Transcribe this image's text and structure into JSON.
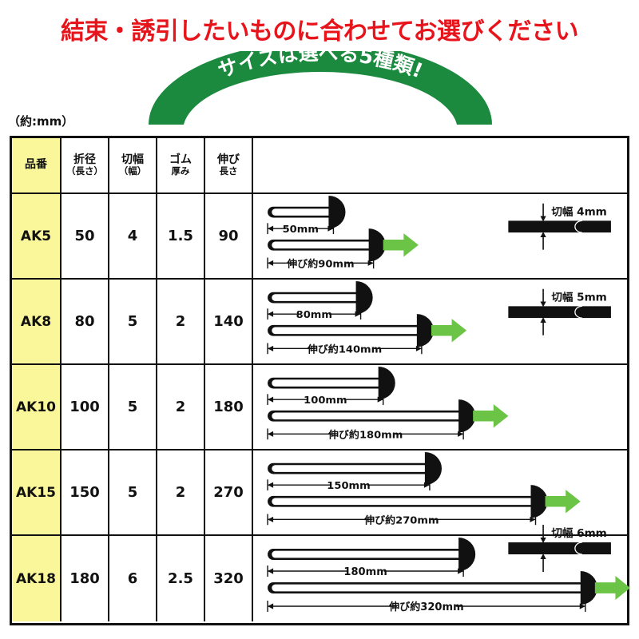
{
  "headline": "結束・誘引したいものに合わせてお選びください",
  "banner": {
    "text": "サイズは選べる5種類!",
    "color": "#1b8a3f"
  },
  "unit_note": "（約:mm）",
  "colors": {
    "headline_red": "#e8141b",
    "banner_green": "#1b8a3f",
    "arrow_green": "#6cc447",
    "part_cell_yellow": "#faf79a",
    "line_black": "#111111"
  },
  "table": {
    "headers": [
      {
        "main": "品番",
        "sub": ""
      },
      {
        "main": "折径",
        "sub": "（長さ）"
      },
      {
        "main": "切幅",
        "sub": "（幅）"
      },
      {
        "main": "ゴム",
        "sub": "厚み"
      },
      {
        "main": "伸び",
        "sub": "長さ"
      },
      {
        "main": "",
        "sub": ""
      }
    ],
    "rows": [
      {
        "part": "AK5",
        "fold_dia": "50",
        "cut_width": "4",
        "rubber_thickness": "1.5",
        "stretch_length": "90",
        "diagram": {
          "folded_label": "50mm",
          "stretched_label": "伸び約90mm",
          "band_label": "切幅 4mm",
          "has_band": true,
          "folded_len": 78,
          "stretched_len": 128,
          "arrow": true
        }
      },
      {
        "part": "AK8",
        "fold_dia": "80",
        "cut_width": "5",
        "rubber_thickness": "2",
        "stretch_length": "140",
        "diagram": {
          "folded_label": "80mm",
          "stretched_label": "伸び約140mm",
          "band_label": "切幅 5mm",
          "has_band": true,
          "folded_len": 112,
          "stretched_len": 188,
          "arrow": true
        }
      },
      {
        "part": "AK10",
        "fold_dia": "100",
        "cut_width": "5",
        "rubber_thickness": "2",
        "stretch_length": "180",
        "diagram": {
          "folded_label": "100mm",
          "stretched_label": "伸び約180mm",
          "band_label": "",
          "has_band": false,
          "folded_len": 140,
          "stretched_len": 240,
          "arrow": true
        }
      },
      {
        "part": "AK15",
        "fold_dia": "150",
        "cut_width": "5",
        "rubber_thickness": "2",
        "stretch_length": "270",
        "diagram": {
          "folded_label": "150mm",
          "stretched_label": "伸び約270mm",
          "band_label": "",
          "has_band": false,
          "folded_len": 198,
          "stretched_len": 330,
          "arrow": true
        }
      },
      {
        "part": "AK18",
        "fold_dia": "180",
        "cut_width": "6",
        "rubber_thickness": "2.5",
        "stretch_length": "320",
        "diagram": {
          "folded_label": "180mm",
          "stretched_label": "伸び約320mm",
          "band_label": "切幅 6mm",
          "has_band": true,
          "folded_len": 240,
          "stretched_len": 392,
          "arrow": true
        }
      }
    ]
  }
}
